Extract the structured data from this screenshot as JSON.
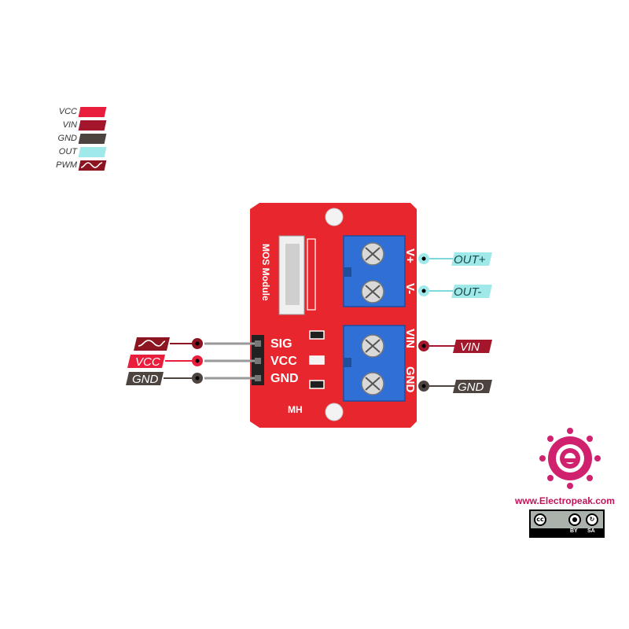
{
  "legend": [
    {
      "label": "VCC",
      "color": "#e81e3c"
    },
    {
      "label": "VIN",
      "color": "#a3162c"
    },
    {
      "label": "GND",
      "color": "#4d4440"
    },
    {
      "label": "OUT",
      "color": "#9fe9ea"
    },
    {
      "label": "PWM",
      "color": "#8d1421",
      "icon": "pwm-wave-icon"
    }
  ],
  "board": {
    "title": "MOS Module",
    "maker": "MH",
    "header_pins": [
      "SIG",
      "VCC",
      "GND"
    ],
    "terminal_top_labels": [
      "V+",
      "V-"
    ],
    "terminal_bottom_labels": [
      "VIN",
      "GND"
    ],
    "board_color": "#e8262d",
    "terminal_color": "#2f6fd6"
  },
  "pin_tags": {
    "left": [
      {
        "text": "",
        "color": "#8d1421",
        "icon": "pwm-wave-icon"
      },
      {
        "text": "VCC",
        "color": "#e81e3c"
      },
      {
        "text": "GND",
        "color": "#4d4440"
      }
    ],
    "right": [
      {
        "text": "OUT+",
        "color": "#9fe9ea"
      },
      {
        "text": "OUT-",
        "color": "#9fe9ea"
      },
      {
        "text": "VIN",
        "color": "#a3162c"
      },
      {
        "text": "GND",
        "color": "#4d4440"
      }
    ]
  },
  "branding": {
    "website": "www.Electropeak.com",
    "logo_color": "#d0216f",
    "license_by": "BY",
    "license_sa": "SA"
  }
}
